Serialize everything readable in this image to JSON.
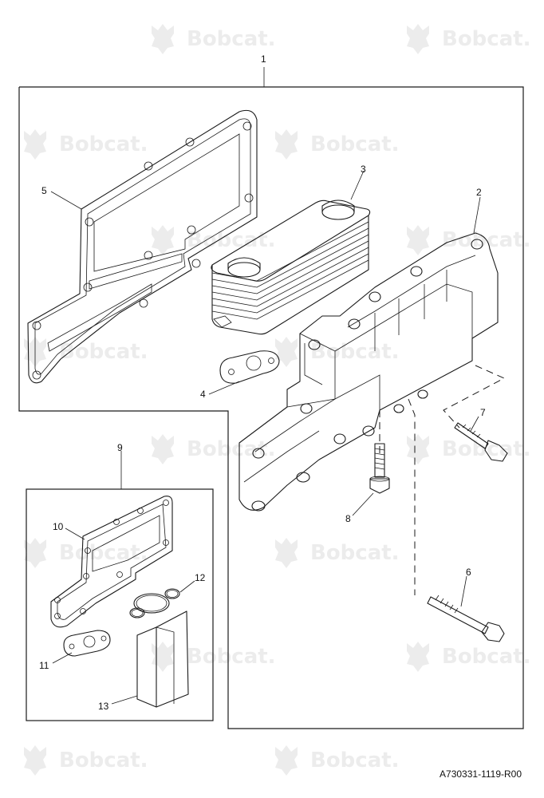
{
  "watermark": {
    "brand": "Bobcat.",
    "icon": "bobcat-logo-icon"
  },
  "callouts": [
    {
      "id": "1",
      "label": "1"
    },
    {
      "id": "2",
      "label": "2"
    },
    {
      "id": "3",
      "label": "3"
    },
    {
      "id": "4",
      "label": "4"
    },
    {
      "id": "5",
      "label": "5"
    },
    {
      "id": "6",
      "label": "6"
    },
    {
      "id": "7",
      "label": "7"
    },
    {
      "id": "8",
      "label": "8"
    },
    {
      "id": "9",
      "label": "9"
    },
    {
      "id": "10",
      "label": "10"
    },
    {
      "id": "11",
      "label": "11"
    },
    {
      "id": "12",
      "label": "12"
    },
    {
      "id": "13",
      "label": "13"
    }
  ],
  "reference_code": "A730331-1119-R00"
}
